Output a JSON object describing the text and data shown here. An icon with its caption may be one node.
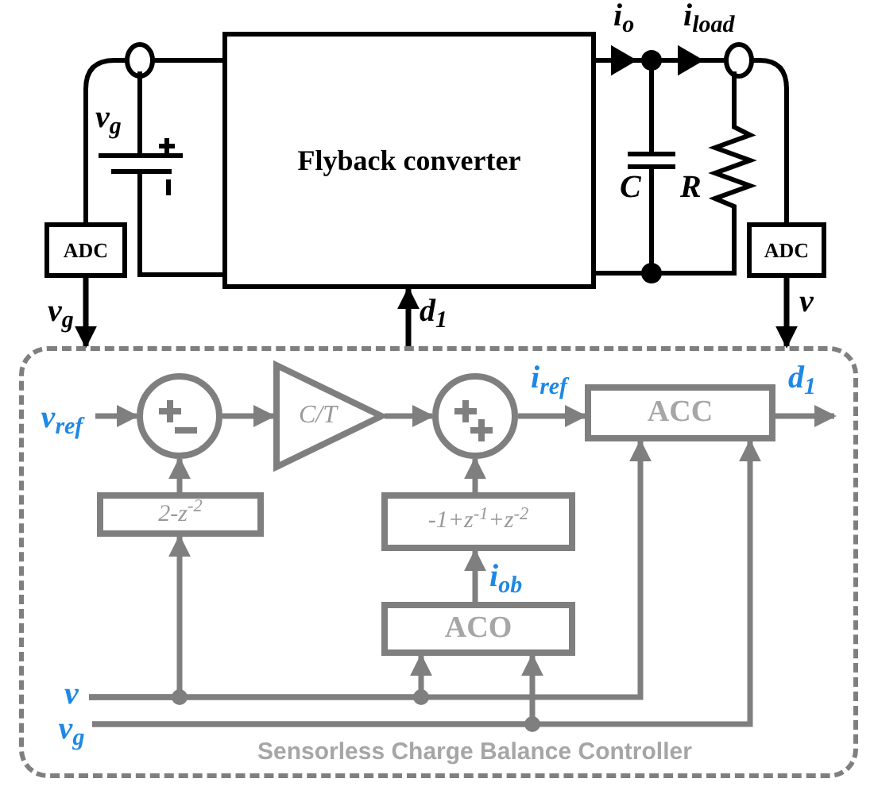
{
  "diagram": {
    "nodes": [
      {
        "text": [
          "Flyback converter"
        ]
      },
      {
        "text": [
          "ADC"
        ]
      },
      {
        "text": [
          "ADC"
        ]
      },
      {
        "text": [
          "Sensorless Charge Balance Controller"
        ]
      },
      {
        "text": [
          "v$_{ref}$"
        ],
        "in": 3
      },
      {
        "text": [],
        "shape": "circle",
        "in": 3
      },
      {
        "text": [
          "C/T"
        ],
        "in": 3
      },
      {
        "text": [],
        "shape": "circle",
        "in": 3
      },
      {
        "text": [
          "ACC"
        ],
        "in": 3
      },
      {
        "text": [
          "2-z$^{-2}$"
        ],
        "in": 3
      },
      {
        "text": [
          "-1+z$^{-1}$+z$^{-2}$"
        ],
        "in": 3
      },
      {
        "text": [
          "ACO"
        ],
        "in": 3
      },
      {
        "text": [
          "v"
        ],
        "in": 3
      },
      {
        "text": [
          "v$_{g}$"
        ],
        "in": 3
      }
    ],
    "edges": [
      {
        "from": 1,
        "to": 3,
        "arrow": "to",
        "label": "v$_{g}$",
        "color": "#000000"
      },
      {
        "from": 3,
        "to": 0,
        "arrow": "to",
        "label": "d$_{1}$",
        "color": "#000000"
      },
      {
        "from": 2,
        "to": 3,
        "arrow": "to",
        "label": "v",
        "color": "#000000"
      },
      {
        "from": 4,
        "to": 5,
        "arrow": "to"
      },
      {
        "from": 5,
        "to": 6,
        "arrow": "to"
      },
      {
        "from": 6,
        "to": 7,
        "arrow": "to"
      },
      {
        "from": 7,
        "to": 8,
        "arrow": "to",
        "label": "i$_{ref}$"
      },
      {
        "from": 8,
        "to": null,
        "arrow": "to",
        "label": "d$_{1}$"
      },
      {
        "from": 9,
        "to": 5,
        "arrow": "to"
      },
      {
        "from": 10,
        "to": 7,
        "arrow": "to"
      },
      {
        "from": 11,
        "to": 10,
        "arrow": "to",
        "label": "i$_{ob}$"
      },
      {
        "from": 12,
        "to": 9,
        "arrow": "to"
      },
      {
        "from": 12,
        "to": 11,
        "arrow": "to"
      },
      {
        "from": 12,
        "to": 8,
        "arrow": "to"
      },
      {
        "from": 13,
        "to": 11,
        "arrow": "to"
      },
      {
        "from": 13,
        "to": 8,
        "arrow": "to"
      }
    ],
    "labels": [
      "v$_{g}$",
      "i$_{o}$",
      "i$_{load}$",
      "C",
      "R"
    ]
  }
}
